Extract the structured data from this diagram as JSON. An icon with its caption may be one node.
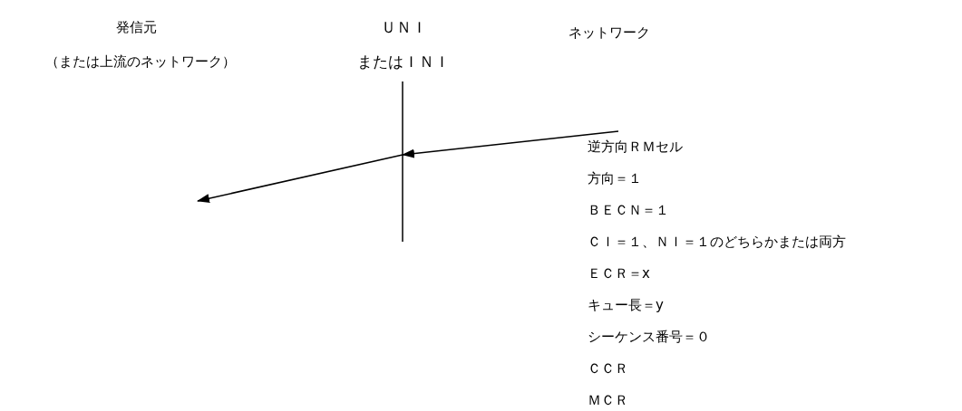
{
  "diagram": {
    "labels": [
      "発信元",
      "ＵＮＩ",
      "ネットワーク",
      "（または上流のネットワーク）",
      "またはＩＮＩ",
      "逆方向ＲＭセル",
      "方向＝１",
      "ＢＥＣＮ＝１",
      "ＣＩ＝１、ＮＩ＝１のどちらかまたは両方",
      "ＥＣＲ＝x",
      "キュー長＝y",
      "シーケンス番号＝０",
      "ＣＣＲ",
      "ＭＣＲ"
    ]
  }
}
